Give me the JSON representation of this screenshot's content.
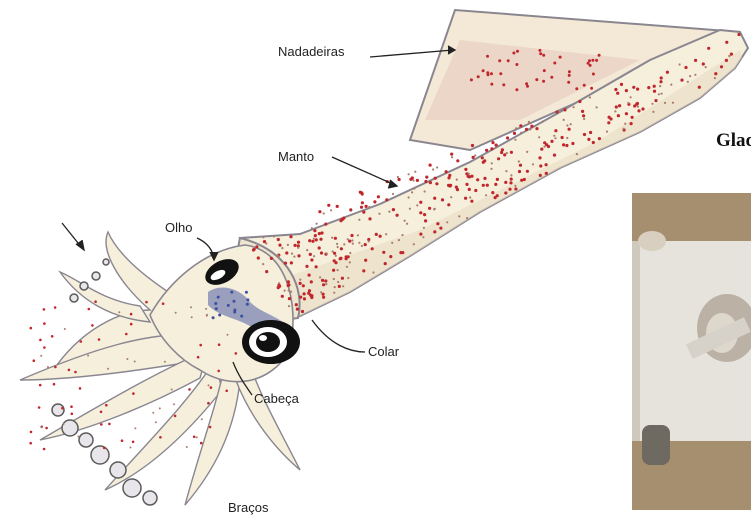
{
  "labels": {
    "nadadeiras": "Nadadeiras",
    "manto": "Manto",
    "olho": "Olho",
    "colar": "Colar",
    "cabeca": "Cabeça",
    "bottom_cut": "Braços",
    "right_cut": "Gladio"
  },
  "colors": {
    "body": "#f5efdc",
    "body_shadow": "#e9dcc3",
    "fin_stripe": "#e6c7bd",
    "outline": "#8a8690",
    "red_spot": "#c0272d",
    "brown_spot": "#a97c6c",
    "blue_patch": "#8a90b8",
    "sucker_dark": "#5b5b5b"
  },
  "icons": [
    "arrow-icon"
  ]
}
